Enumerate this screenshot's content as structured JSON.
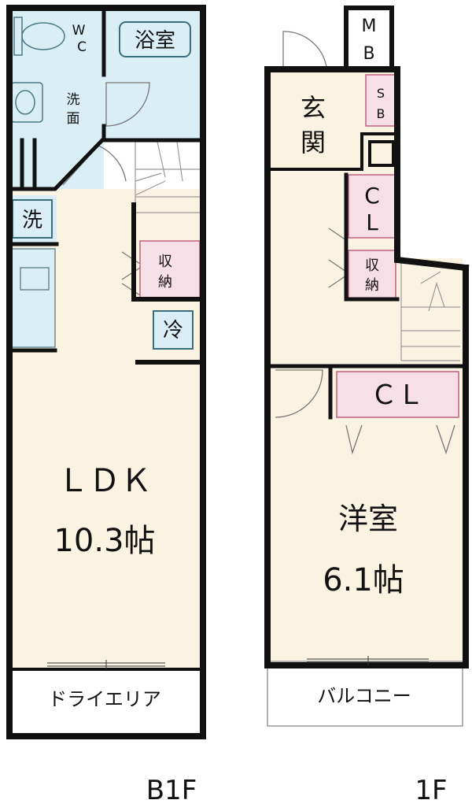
{
  "floor_plan": {
    "colors": {
      "floor": "#fbf3e2",
      "wet": "#d9eef5",
      "storage": "#f6dfe6",
      "wall": "#111111",
      "stairs": "#9a9a9a",
      "balcony": "#ffffff"
    },
    "floors": [
      {
        "label": "B1F",
        "rooms": {
          "wc_top": "W",
          "wc_bottom": "C",
          "bath": "浴室",
          "washroom_1": "洗",
          "washroom_2": "面",
          "laundry": "洗",
          "storage_1": "収",
          "storage_2": "納",
          "fridge": "冷",
          "ldk": "ＬＤＫ",
          "ldk_size": "10.3帖",
          "dry_area": "ドライエリア"
        }
      },
      {
        "label": "1F",
        "rooms": {
          "mb_top": "M",
          "mb_bottom": "B",
          "entrance_1": "玄",
          "entrance_2": "関",
          "sb_top": "S",
          "sb_bottom": "B",
          "cl_top": "C",
          "cl_bottom": "L",
          "storage_1": "収",
          "storage_2": "納",
          "closet": "ＣＬ",
          "western_room": "洋室",
          "western_size": "6.1帖",
          "balcony": "バルコニー"
        }
      }
    ]
  }
}
